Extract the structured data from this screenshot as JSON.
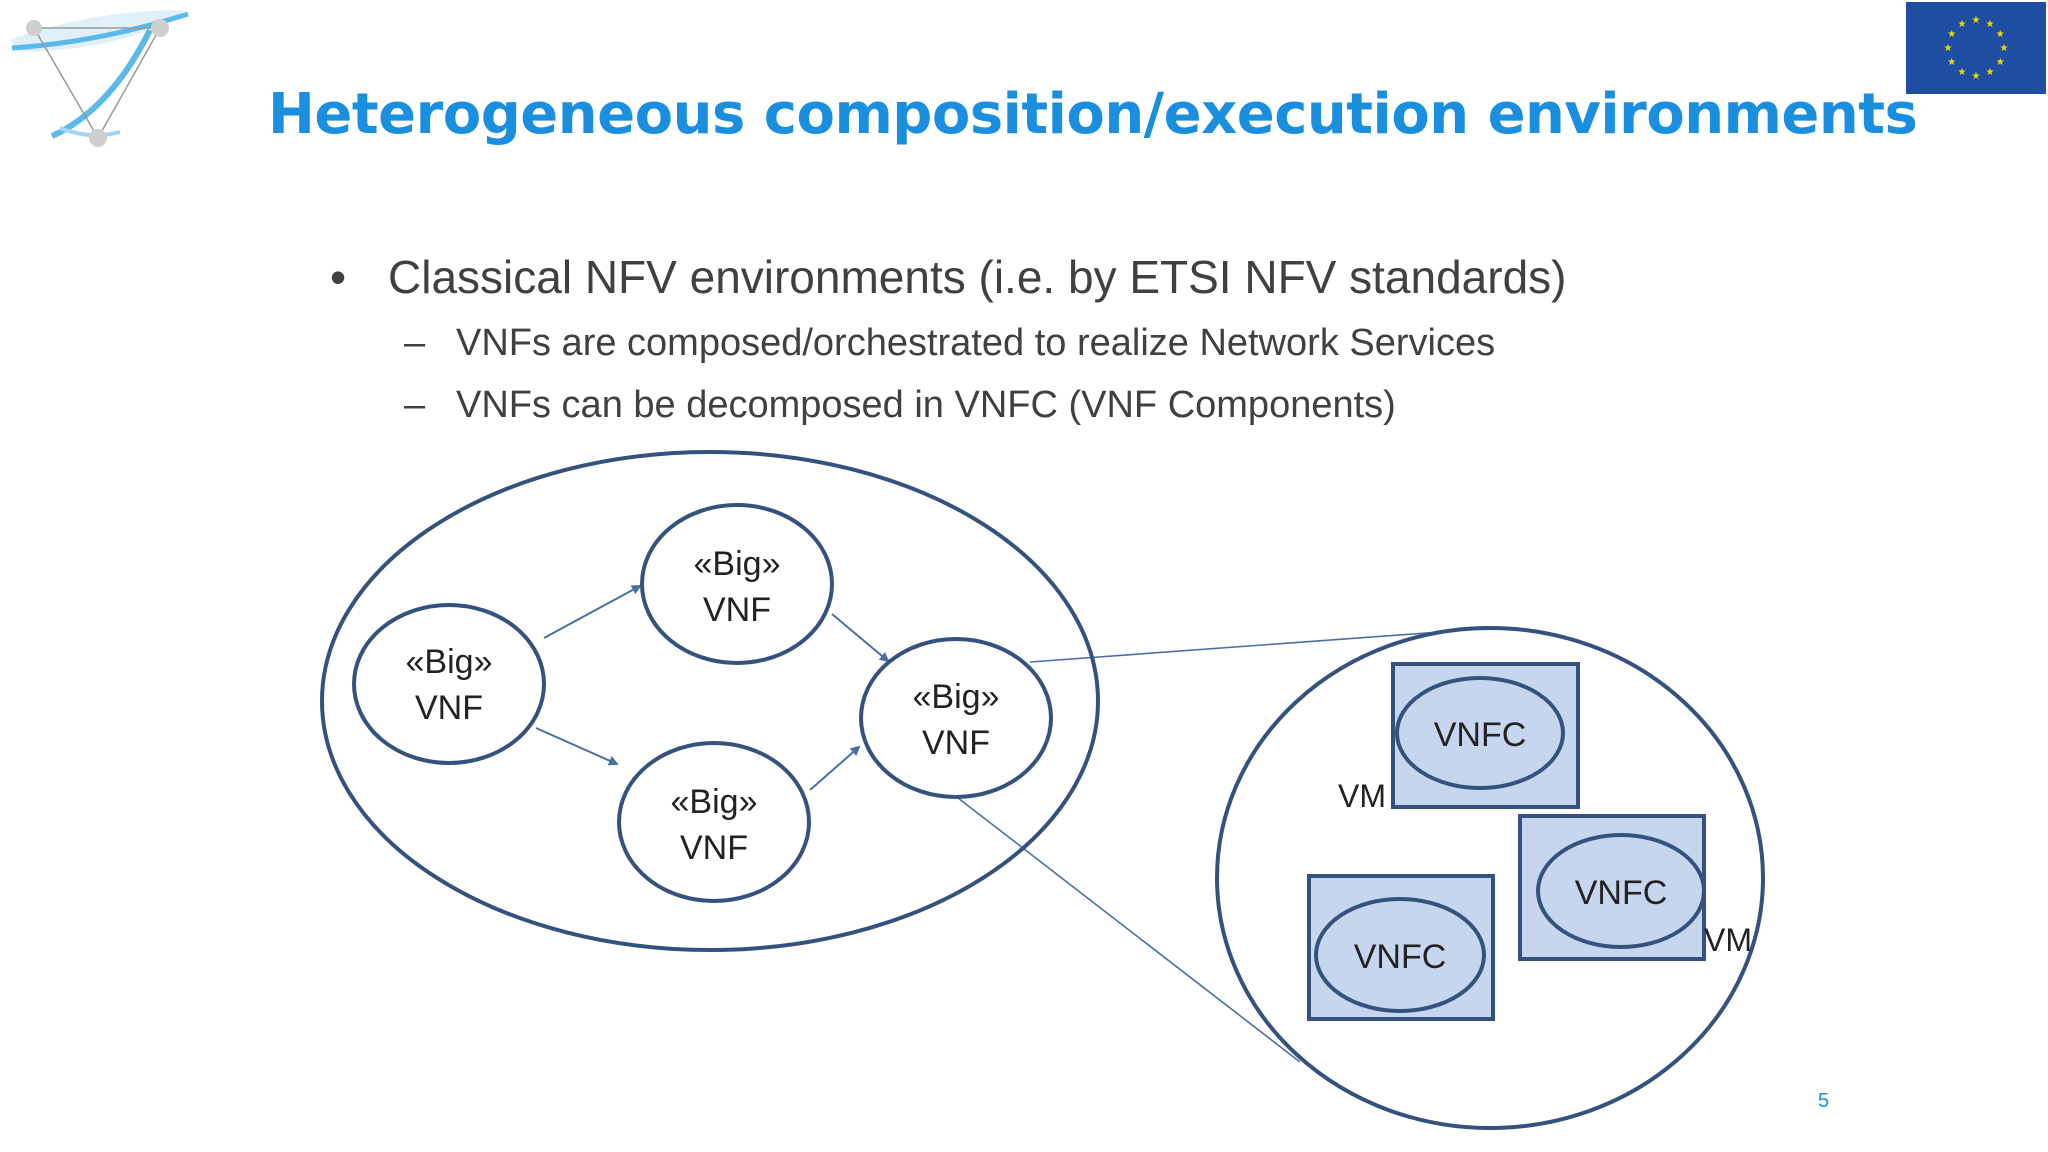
{
  "slide": {
    "title": "Heterogeneous composition/execution environments",
    "bullet": {
      "marker": "•",
      "text": "Classical NFV environments (i.e. by ETSI NFV standards)"
    },
    "subbullets": [
      {
        "marker": "–",
        "text": "VNFs are composed/orchestrated to realize Network Services"
      },
      {
        "marker": "–",
        "text": "VNFs can be decomposed in VNFC (VNF Components)"
      }
    ],
    "page_number": "5"
  },
  "diagram": {
    "vnf_nodes": [
      {
        "line1": "«Big»",
        "line2": "VNF"
      },
      {
        "line1": "«Big»",
        "line2": "VNF"
      },
      {
        "line1": "«Big»",
        "line2": "VNF"
      },
      {
        "line1": "«Big»",
        "line2": "VNF"
      }
    ],
    "vnfc_labels": [
      "VNFC",
      "VNFC",
      "VNFC"
    ],
    "vm_labels": [
      "VM",
      "VM"
    ]
  },
  "colors": {
    "title": "#1a8fe0",
    "body_text": "#404040",
    "outline": "#34527d",
    "vm_fill": "#c6d6ee",
    "eu_flag": "#1f4fa3",
    "eu_stars": "#f5d800"
  },
  "icons": [
    "network-logo-icon",
    "eu-flag-icon"
  ]
}
